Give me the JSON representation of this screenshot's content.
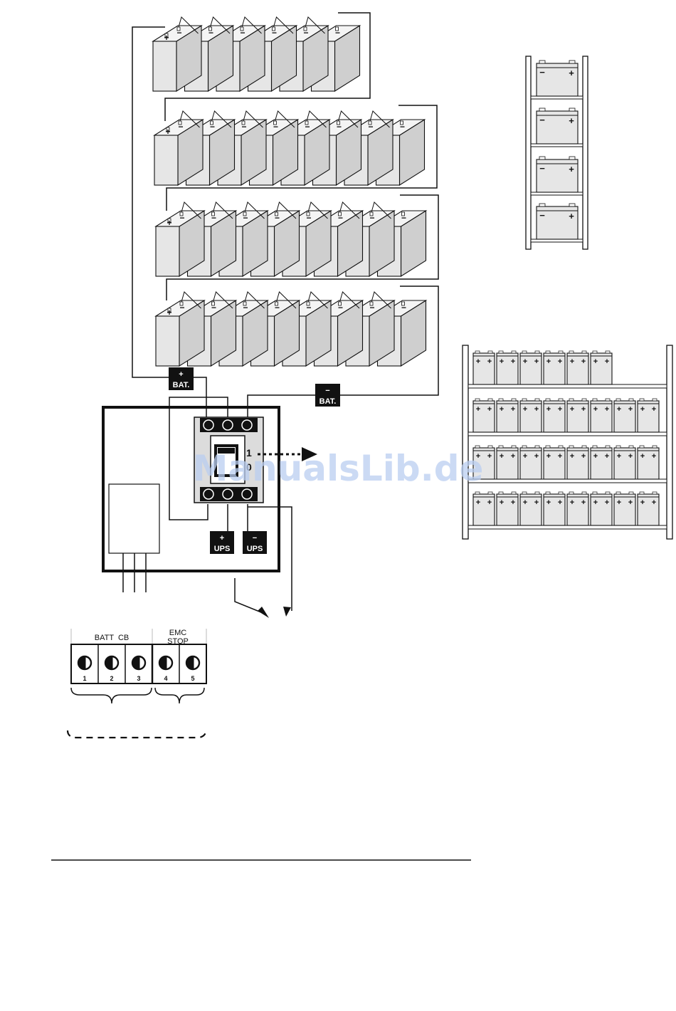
{
  "labels": {
    "bat_plus_sign": "+",
    "bat_minus_sign": "−",
    "bat_text": "BAT.",
    "ups_plus_sign": "+",
    "ups_minus_sign": "−",
    "ups_text": "UPS",
    "switch_on": "1",
    "switch_off": "0",
    "batt_cb": "BATT  CB",
    "emc_line1": "EMC",
    "emc_line2": "STOP",
    "terminal_numbers": [
      "1",
      "2",
      "3",
      "4",
      "5"
    ],
    "cell_plus": "+",
    "cell_minus": "−"
  },
  "watermark": "ManualsLib.de",
  "battery_rows": [
    6,
    8,
    8,
    8
  ],
  "vertical_rack_shelves": 4,
  "horizontal_rack_rows": [
    6,
    8,
    8,
    8
  ],
  "colors": {
    "stroke": "#111111",
    "battery_fill": "#e6e6e6",
    "battery_top": "#f4f4f4",
    "battery_side": "#cfcfcf",
    "label_bg": "#111111",
    "label_fg": "#ffffff",
    "watermark": "#b9cdf0"
  }
}
